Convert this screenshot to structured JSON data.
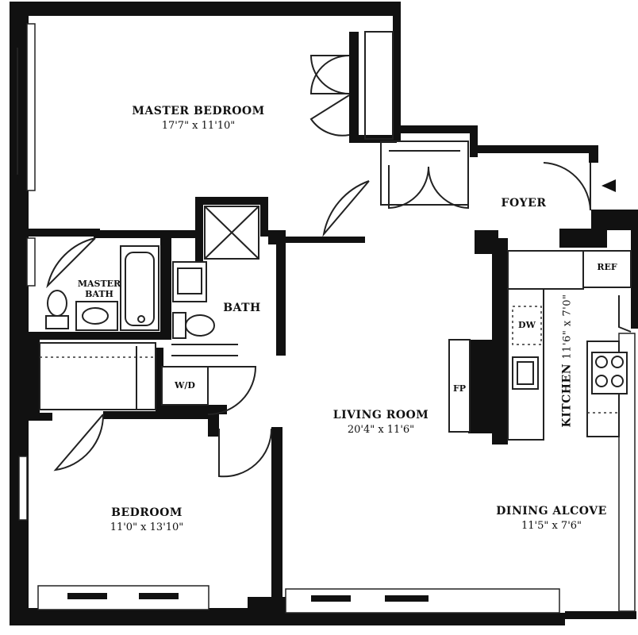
{
  "rooms": {
    "master_bedroom": {
      "name": "MASTER BEDROOM",
      "dims": "17'7\" x 11'10\""
    },
    "master_bath": {
      "line1": "MASTER",
      "line2": "BATH"
    },
    "bath": {
      "name": "BATH"
    },
    "wd": {
      "name": "W/D"
    },
    "foyer": {
      "name": "FOYER"
    },
    "ref": {
      "name": "REF"
    },
    "dw": {
      "name": "DW"
    },
    "fp": {
      "name": "FP"
    },
    "kitchen": {
      "name": "KITCHEN",
      "dims": "11'6\" x 7'0\""
    },
    "living_room": {
      "name": "LIVING ROOM",
      "dims": "20'4\" x 11'6\""
    },
    "bedroom": {
      "name": "BEDROOM",
      "dims": "11'0\" x 13'10\""
    },
    "dining_alcove": {
      "name": "DINING ALCOVE",
      "dims": "11'5\" x 7'6\""
    }
  },
  "icons": {
    "entry": "entry-arrow-icon"
  },
  "colors": {
    "wall": "#111111",
    "background": "#ffffff"
  }
}
